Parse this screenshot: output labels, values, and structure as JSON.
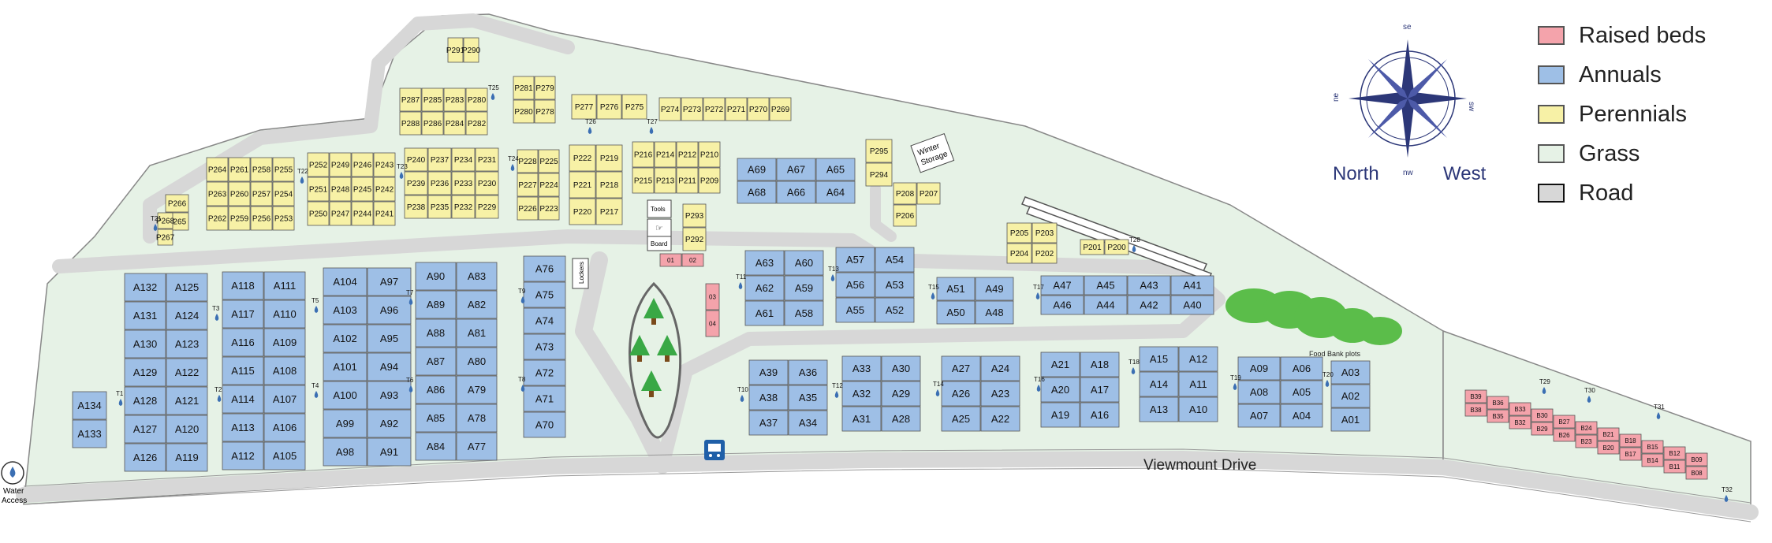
{
  "legend": [
    {
      "label": "Raised beds",
      "color": "#f4a3ab"
    },
    {
      "label": "Annuals",
      "color": "#9ebfe6"
    },
    {
      "label": "Perennials",
      "color": "#f7f1a6"
    },
    {
      "label": "Grass",
      "color": "#e6f2e6"
    },
    {
      "label": "Road",
      "color": "#d7d7d7"
    }
  ],
  "compass": {
    "north_label": "North",
    "west_label": "West",
    "rose_letters": [
      "se",
      "sw",
      "ne",
      "nw"
    ]
  },
  "road_label": "Viewmount Drive",
  "water_access_label": [
    "Water",
    "Access"
  ],
  "food_bank_label": "Food Bank plots",
  "winter_storage_label": [
    "Winter",
    "Storage"
  ],
  "tools_label": "Tools",
  "board_label": "Board",
  "lockers_label": "Lockers",
  "colors": {
    "annual": "#9ebfe6",
    "perennial": "#f7f1a6",
    "raised": "#f4a3ab",
    "grass": "#e6f2e6",
    "road": "#d7d7d7",
    "bus": "#1f5fa8",
    "tree": "#39a845",
    "water": "#3b6fb3"
  },
  "plot_groups": [
    {
      "type": "annual",
      "cols": [
        [
          "A132",
          "A131",
          "A130",
          "A129",
          "A128",
          "A127",
          "A126"
        ],
        [
          "A125",
          "A124",
          "A123",
          "A122",
          "A121",
          "A120",
          "A119"
        ]
      ]
    },
    {
      "type": "annual",
      "cols": [
        [
          "A118",
          "A117",
          "A116",
          "A115",
          "A114",
          "A113",
          "A112"
        ],
        [
          "A111",
          "A110",
          "A109",
          "A108",
          "A107",
          "A106",
          "A105"
        ]
      ]
    },
    {
      "type": "annual",
      "cols": [
        [
          "A104",
          "A103",
          "A102",
          "A101",
          "A100",
          "A99",
          "A98"
        ],
        [
          "A97",
          "A96",
          "A95",
          "A94",
          "A93",
          "A92",
          "A91"
        ]
      ]
    },
    {
      "type": "annual",
      "cols": [
        [
          "A90",
          "A89",
          "A88",
          "A87",
          "A86",
          "A85",
          "A84"
        ],
        [
          "A83",
          "A82",
          "A81",
          "A80",
          "A79",
          "A78",
          "A77"
        ]
      ]
    },
    {
      "type": "annual",
      "cols": [
        [
          "A76",
          "A75",
          "A74",
          "A73",
          "A72",
          "A71",
          "A70"
        ]
      ]
    },
    {
      "type": "annual",
      "cols": [
        [
          "A134",
          "A133"
        ]
      ]
    },
    {
      "type": "annual",
      "cols": [
        [
          "A63",
          "A62",
          "A61"
        ],
        [
          "A60",
          "A59",
          "A58"
        ]
      ]
    },
    {
      "type": "annual",
      "cols": [
        [
          "A57",
          "A56",
          "A55"
        ],
        [
          "A54",
          "A53",
          "A52"
        ]
      ]
    },
    {
      "type": "annual",
      "cols": [
        [
          "A51",
          "A50"
        ],
        [
          "A49",
          "A48"
        ]
      ]
    },
    {
      "type": "annual",
      "cols": [
        [
          "A47",
          "A46"
        ],
        [
          "A45",
          "A44"
        ],
        [
          "A43",
          "A42"
        ],
        [
          "A41",
          "A40"
        ]
      ]
    },
    {
      "type": "annual",
      "cols": [
        [
          "A69",
          "A68"
        ],
        [
          "A67",
          "A66"
        ],
        [
          "A65",
          "A64"
        ]
      ]
    },
    {
      "type": "annual",
      "cols": [
        [
          "A39",
          "A38",
          "A37"
        ],
        [
          "A36",
          "A35",
          "A34"
        ]
      ]
    },
    {
      "type": "annual",
      "cols": [
        [
          "A33",
          "A32",
          "A31"
        ],
        [
          "A30",
          "A29",
          "A28"
        ]
      ]
    },
    {
      "type": "annual",
      "cols": [
        [
          "A27",
          "A26",
          "A25"
        ],
        [
          "A24",
          "A23",
          "A22"
        ]
      ]
    },
    {
      "type": "annual",
      "cols": [
        [
          "A21",
          "A20",
          "A19"
        ],
        [
          "A18",
          "A17",
          "A16"
        ]
      ]
    },
    {
      "type": "annual",
      "cols": [
        [
          "A15",
          "A14",
          "A13"
        ],
        [
          "A12",
          "A11",
          "A10"
        ]
      ]
    },
    {
      "type": "annual",
      "cols": [
        [
          "A09",
          "A08",
          "A07"
        ],
        [
          "A06",
          "A05",
          "A04"
        ]
      ]
    },
    {
      "type": "annual",
      "cols": [
        [
          "A03",
          "A02",
          "A01"
        ]
      ]
    },
    {
      "type": "perennial",
      "cols": [
        [
          "P264",
          "P263",
          "P262"
        ],
        [
          "P261",
          "P260",
          "P259"
        ],
        [
          "P258",
          "P257",
          "P256"
        ],
        [
          "P255",
          "P254",
          "P253"
        ]
      ]
    },
    {
      "type": "perennial",
      "cols": [
        [
          "P266",
          "P265"
        ]
      ]
    },
    {
      "type": "perennial",
      "cols": [
        [
          "P268",
          "P267"
        ]
      ]
    },
    {
      "type": "perennial",
      "cols": [
        [
          "P252",
          "P251",
          "P250"
        ],
        [
          "P249",
          "P248",
          "P247"
        ],
        [
          "P246",
          "P245",
          "P244"
        ],
        [
          "P243",
          "P242",
          "P241"
        ]
      ]
    },
    {
      "type": "perennial",
      "cols": [
        [
          "P240",
          "P239",
          "P238"
        ],
        [
          "P237",
          "P236",
          "P235"
        ],
        [
          "P234",
          "P233",
          "P232"
        ],
        [
          "P231",
          "P230",
          "P229"
        ]
      ]
    },
    {
      "type": "perennial",
      "cols": [
        [
          "P228",
          "P227",
          "P226"
        ],
        [
          "P225",
          "P224",
          "P223"
        ]
      ]
    },
    {
      "type": "perennial",
      "cols": [
        [
          "P222",
          "P221",
          "P220"
        ],
        [
          "P219",
          "P218",
          "P217"
        ]
      ]
    },
    {
      "type": "perennial",
      "cols": [
        [
          "P216",
          "P215"
        ],
        [
          "P214",
          "P213"
        ],
        [
          "P212",
          "P211"
        ],
        [
          "P210",
          "P209"
        ]
      ]
    },
    {
      "type": "perennial",
      "cols": [
        [
          "P287",
          "P288"
        ],
        [
          "P285",
          "P286"
        ],
        [
          "P283",
          "P284"
        ],
        [
          "P280",
          "P282"
        ]
      ]
    },
    {
      "type": "perennial",
      "cols": [
        [
          "P281",
          "P280b"
        ],
        [
          "P279",
          "P278"
        ]
      ]
    },
    {
      "type": "perennial",
      "cols": [
        [
          "P291"
        ],
        [
          "P290"
        ]
      ]
    },
    {
      "type": "perennial",
      "cols": [
        [
          "P277"
        ],
        [
          "P276"
        ],
        [
          "P275"
        ]
      ]
    },
    {
      "type": "perennial",
      "cols": [
        [
          "P274"
        ],
        [
          "P273"
        ],
        [
          "P272"
        ],
        [
          "P271"
        ],
        [
          "P270"
        ],
        [
          "P269"
        ]
      ]
    },
    {
      "type": "perennial",
      "cols": [
        [
          "P295",
          "P294"
        ]
      ]
    },
    {
      "type": "perennial",
      "cols": [
        [
          "P293",
          "P292"
        ]
      ]
    },
    {
      "type": "perennial",
      "cols": [
        [
          "P208",
          "P206"
        ],
        [
          "P207"
        ]
      ]
    },
    {
      "type": "perennial",
      "cols": [
        [
          "P205",
          "P204"
        ],
        [
          "P203",
          "P202"
        ]
      ]
    },
    {
      "type": "perennial",
      "cols": [
        [
          "P201"
        ],
        [
          "P200"
        ]
      ]
    },
    {
      "type": "raised",
      "cols": [
        [
          "01"
        ],
        [
          "02"
        ]
      ]
    },
    {
      "type": "raised",
      "cols": [
        [
          "03",
          "04"
        ]
      ]
    },
    {
      "type": "raised",
      "cols": [
        [
          "B39",
          "B38"
        ],
        [
          "B36",
          "B35"
        ],
        [
          "B33",
          "B32"
        ],
        [
          "B30",
          "B29"
        ],
        [
          "B27",
          "B26"
        ],
        [
          "B24",
          "B23"
        ],
        [
          "B21",
          "B20"
        ],
        [
          "B18",
          "B17"
        ],
        [
          "B15",
          "B14"
        ],
        [
          "B12",
          "B11"
        ],
        [
          "B09",
          "B08"
        ]
      ]
    }
  ],
  "taps": [
    "T1",
    "T2",
    "T3",
    "T4",
    "T5",
    "T6",
    "T7",
    "T8",
    "T9",
    "T10",
    "T11",
    "T12",
    "T13",
    "T14",
    "T15",
    "T16",
    "T17",
    "T18",
    "T19",
    "T20",
    "T21",
    "T22",
    "T23",
    "T24",
    "T25",
    "T26",
    "T27",
    "T28",
    "T29",
    "T30",
    "T31",
    "T32"
  ]
}
